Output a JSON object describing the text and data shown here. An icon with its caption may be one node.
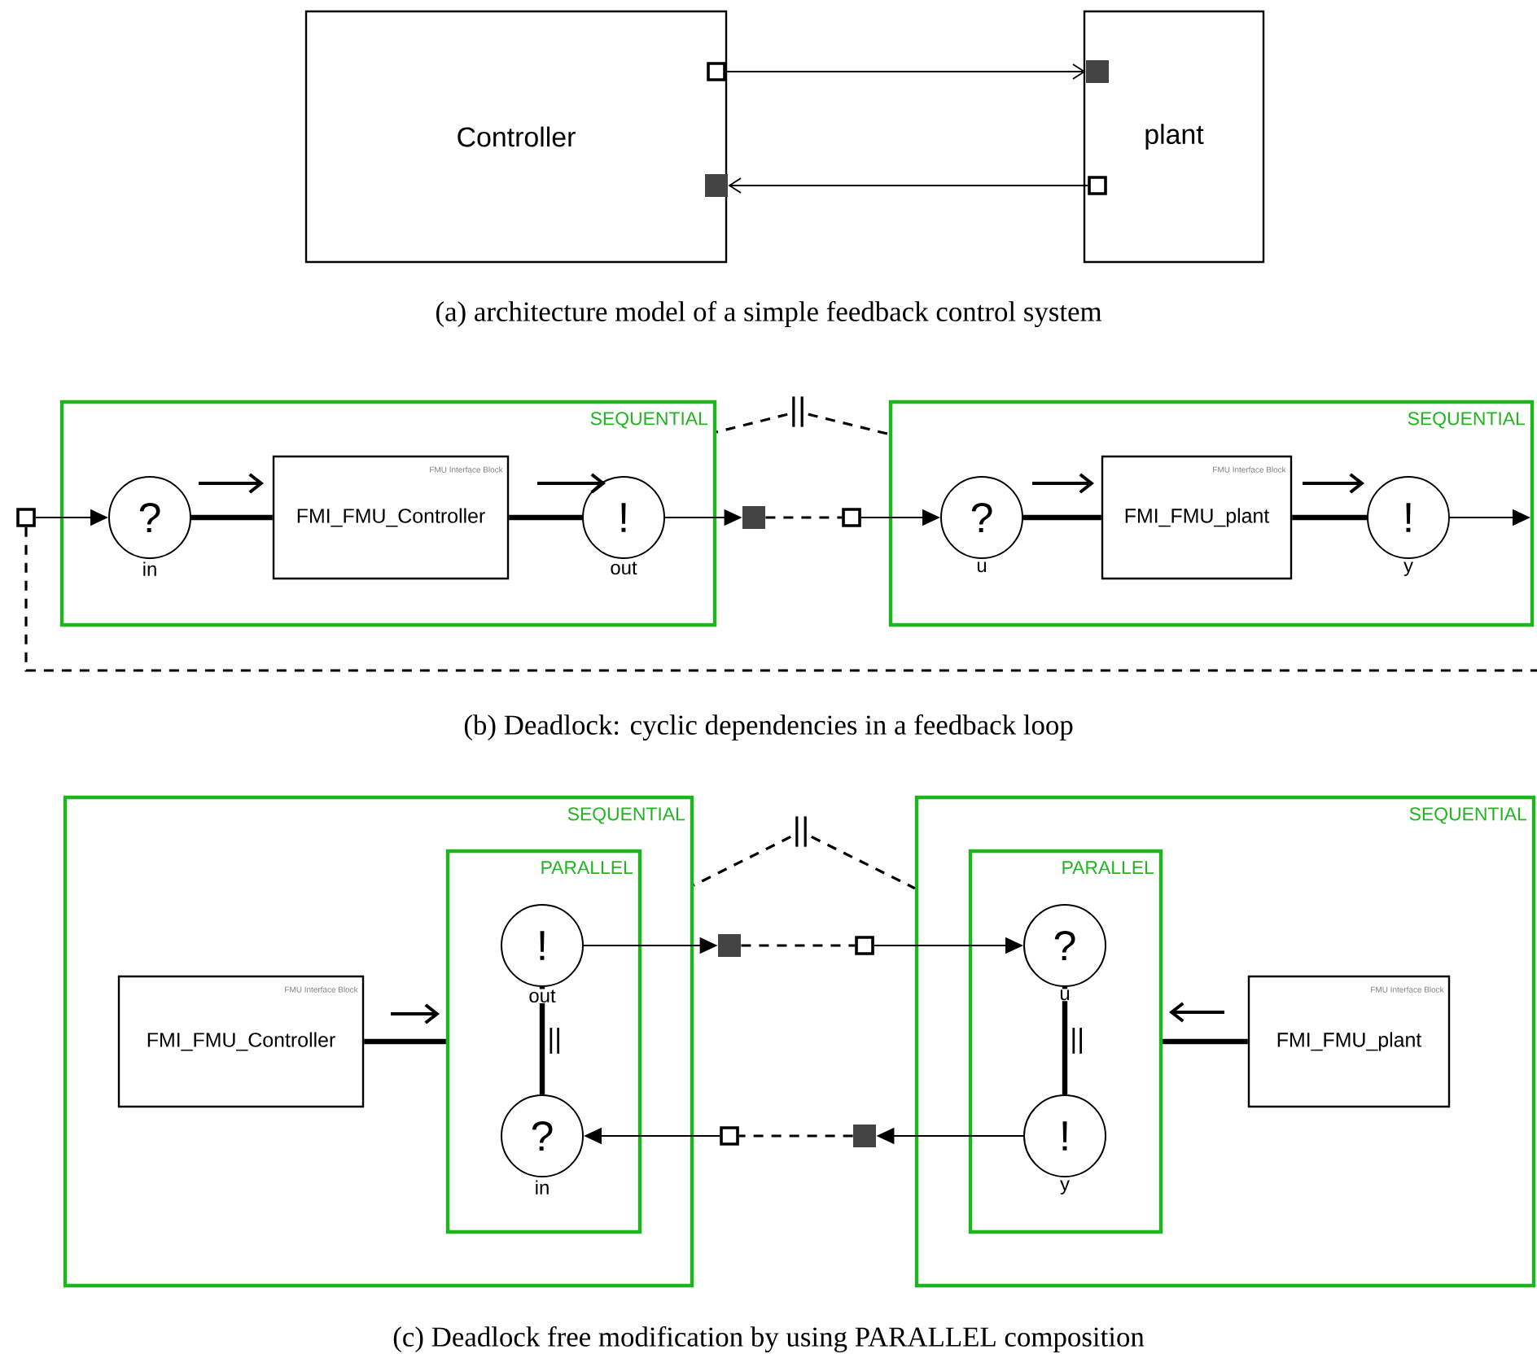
{
  "diagram": {
    "nodes": [
      {
        "text": [
          "Controller"
        ]
      },
      {
        "text": [
          "plant"
        ]
      },
      {
        "text": [],
        "shape": "box",
        "in": 0
      },
      {
        "text": [],
        "shape": "box",
        "in": 1
      },
      {
        "text": [],
        "shape": "box",
        "in": 1
      },
      {
        "text": [],
        "shape": "box",
        "in": 0
      },
      {
        "text": [
          "SEQUENTIAL"
        ]
      },
      {
        "text": [],
        "shape": "box"
      },
      {
        "text": [
          "?"
        ],
        "beside": [
          "in"
        ],
        "in": 6
      },
      {
        "text": [
          "FMU Interface Block",
          "FMI_FMU_Controller"
        ],
        "in": 6
      },
      {
        "text": [
          "!"
        ],
        "beside": [
          "out"
        ],
        "in": 6
      },
      {
        "text": [],
        "shape": "box"
      },
      {
        "text": [
          "||"
        ]
      },
      {
        "text": [],
        "shape": "box"
      },
      {
        "text": [
          "SEQUENTIAL"
        ]
      },
      {
        "text": [
          "?"
        ],
        "beside": [
          "u"
        ],
        "in": 14
      },
      {
        "text": [
          "FMU Interface Block",
          "FMI_FMU_plant"
        ],
        "in": 14
      },
      {
        "text": [
          "!"
        ],
        "beside": [
          "y"
        ],
        "in": 14
      },
      {
        "text": [
          "||"
        ]
      },
      {
        "text": [
          "SEQUENTIAL"
        ]
      },
      {
        "text": [
          "FMU Interface Block",
          "FMI_FMU_Controller"
        ],
        "in": 19
      },
      {
        "text": [
          "PARALLEL"
        ],
        "in": 19
      },
      {
        "text": [
          "!"
        ],
        "beside": [
          "out"
        ],
        "in": 21
      },
      {
        "text": [
          "?"
        ],
        "beside": [
          "in"
        ],
        "in": 21
      },
      {
        "text": [],
        "shape": "box"
      },
      {
        "text": [],
        "shape": "box"
      },
      {
        "text": [],
        "shape": "box"
      },
      {
        "text": [],
        "shape": "box"
      },
      {
        "text": [
          "SEQUENTIAL"
        ]
      },
      {
        "text": [
          "PARALLEL"
        ],
        "in": 28
      },
      {
        "text": [
          "?"
        ],
        "beside": [
          "u"
        ],
        "in": 29
      },
      {
        "text": [
          "!"
        ],
        "beside": [
          "y"
        ],
        "in": 29
      },
      {
        "text": [
          "FMU Interface Block",
          "FMI_FMU_plant"
        ],
        "in": 28
      }
    ],
    "edges": [
      {
        "from": 2,
        "to": 3,
        "arrow": "to"
      },
      {
        "from": 4,
        "to": 5,
        "arrow": "to"
      },
      {
        "from": 7,
        "to": 8,
        "arrow": "to"
      },
      {
        "from": 8,
        "to": 9,
        "arrow": "none",
        "style": "thick"
      },
      {
        "from": 9,
        "to": 10,
        "arrow": "none",
        "style": "thick"
      },
      {
        "from": 10,
        "to": 11,
        "arrow": "to"
      },
      {
        "from": 11,
        "to": 13,
        "arrow": "none",
        "style": "dashed"
      },
      {
        "from": 13,
        "to": 15,
        "arrow": "to"
      },
      {
        "from": 15,
        "to": 16,
        "arrow": "none",
        "style": "thick"
      },
      {
        "from": 16,
        "to": 17,
        "arrow": "none",
        "style": "thick"
      },
      {
        "from": 17,
        "to": null,
        "arrow": "to"
      },
      {
        "from": 7,
        "to": null,
        "arrow": "none",
        "style": "dashed"
      },
      {
        "from": 12,
        "to": 6,
        "arrow": "none",
        "style": "dashed"
      },
      {
        "from": 12,
        "to": 14,
        "arrow": "none",
        "style": "dashed"
      },
      {
        "from": 20,
        "to": 21,
        "arrow": "none",
        "style": "thick"
      },
      {
        "from": 22,
        "to": 23,
        "arrow": "none",
        "style": "thick",
        "label": "||"
      },
      {
        "from": 22,
        "to": 24,
        "arrow": "to"
      },
      {
        "from": 24,
        "to": 25,
        "arrow": "none",
        "style": "dashed"
      },
      {
        "from": 25,
        "to": 30,
        "arrow": "to"
      },
      {
        "from": 31,
        "to": 27,
        "arrow": "to"
      },
      {
        "from": 27,
        "to": 26,
        "arrow": "none",
        "style": "dashed"
      },
      {
        "from": 26,
        "to": 23,
        "arrow": "to"
      },
      {
        "from": 30,
        "to": 31,
        "arrow": "none",
        "style": "thick",
        "label": "||"
      },
      {
        "from": 32,
        "to": 29,
        "arrow": "none",
        "style": "thick"
      },
      {
        "from": 18,
        "to": 19,
        "arrow": "none",
        "style": "dashed"
      },
      {
        "from": 18,
        "to": 28,
        "arrow": "none",
        "style": "dashed"
      }
    ],
    "labels": [
      "(a) architecture model of a simple feedback control system",
      "(b) Deadlock: cyclic dependencies in a feedback loop",
      "(c) Deadlock free modification by using PARALLEL composition"
    ]
  }
}
